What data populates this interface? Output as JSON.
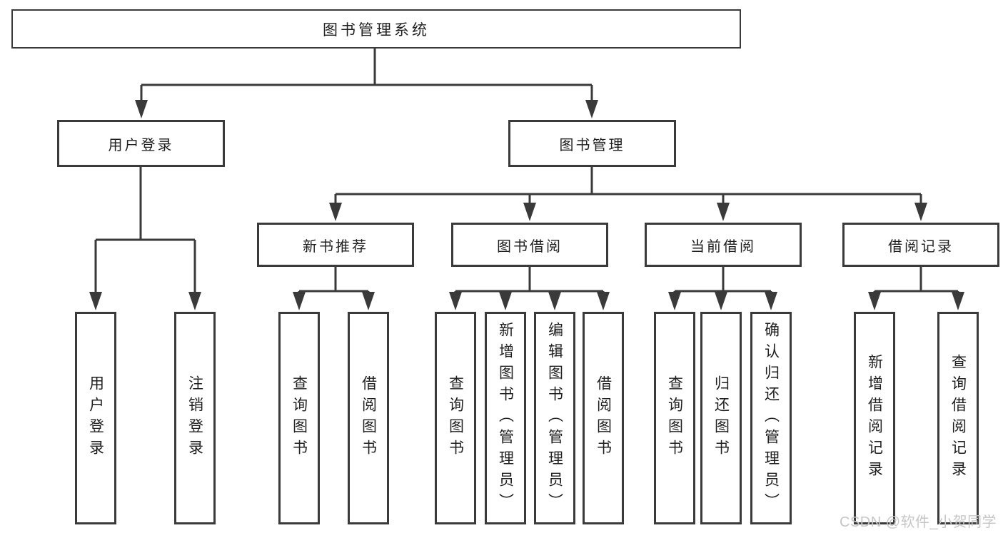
{
  "tree": {
    "label": "图书管理系统",
    "children": [
      {
        "label": "用户登录",
        "children": [
          {
            "label": "用户登录"
          },
          {
            "label": "注销登录"
          }
        ]
      },
      {
        "label": "图书管理",
        "children": [
          {
            "label": "新书推荐",
            "children": [
              {
                "label": "查询图书"
              },
              {
                "label": "借阅图书"
              }
            ]
          },
          {
            "label": "图书借阅",
            "children": [
              {
                "label": "查询图书"
              },
              {
                "label": "新增图书（管理员）"
              },
              {
                "label": "编辑图书（管理员）"
              },
              {
                "label": "借阅图书"
              }
            ]
          },
          {
            "label": "当前借阅",
            "children": [
              {
                "label": "查询图书"
              },
              {
                "label": "归还图书"
              },
              {
                "label": "确认归还（管理员）"
              }
            ]
          },
          {
            "label": "借阅记录",
            "children": [
              {
                "label": "新增借阅记录"
              },
              {
                "label": "查询借阅记录"
              }
            ]
          }
        ]
      }
    ]
  },
  "watermark": {
    "text": "CSDN @软件_小贺同学"
  },
  "colors": {
    "line": "#3a3a3a",
    "box_border": "#3a3a3a",
    "box_fill": "#ffffff",
    "text": "#1f1f1f",
    "watermark": "#c6c6c6",
    "background": "#ffffff"
  }
}
